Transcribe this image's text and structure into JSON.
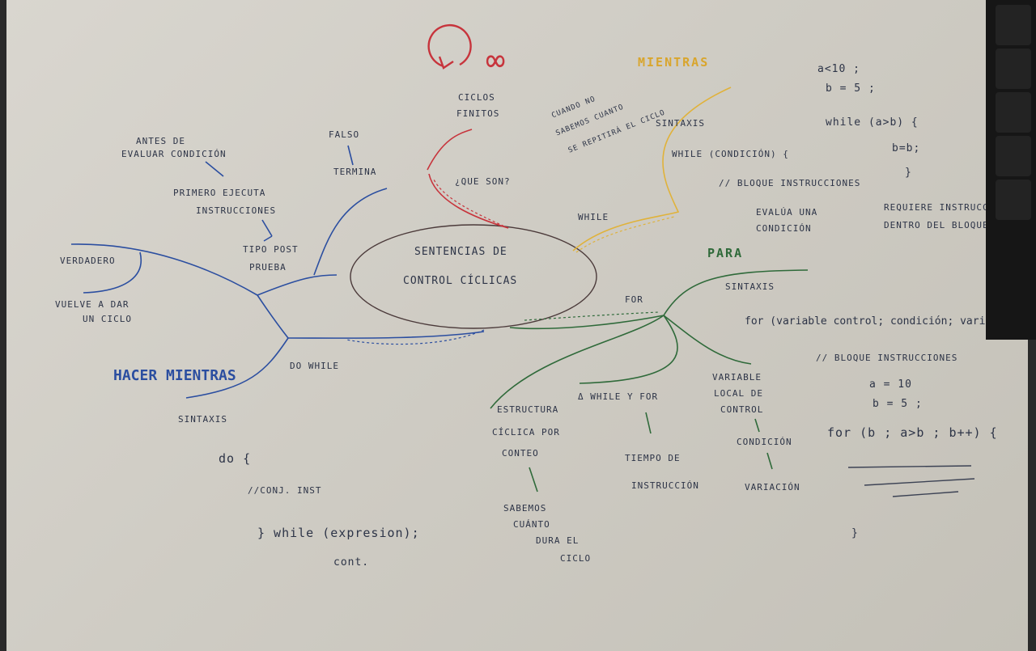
{
  "center": {
    "line1": "SENTENCIAS DE",
    "line2": "CONTROL CÍCLICAS"
  },
  "top": {
    "symbol": "∞",
    "q1": "CICLOS",
    "q2": "FINITOS",
    "q3": "¿QUE SON?"
  },
  "mientras": {
    "title": "MIENTRAS",
    "while": "WHILE",
    "note1": "CUANDO NO",
    "note2": "SABEMOS CUANTO",
    "note3": "SE REPITIRÁ EL CICLO",
    "sintaxis": "SINTAXIS",
    "code1": "WHILE (CONDICIÓN) {",
    "code2": "// BLOQUE INSTRUCCIONES",
    "eval1": "EVALÚA UNA",
    "eval2": "CONDICIÓN",
    "req1": "REQUIERE INSTRUCCI",
    "req2": "DENTRO DEL BLOQUE"
  },
  "example_while": {
    "l1": "a<10 ;",
    "l2": "b = 5 ;",
    "l3": "while (a>b) {",
    "l4": "b=b;",
    "l5": "}"
  },
  "hacer": {
    "title": "HACER MIENTRAS",
    "falso": "FALSO",
    "termina": "TERMINA",
    "antes1": "ANTES DE",
    "antes2": "EVALUAR CONDICIÓN",
    "primero1": "PRIMERO EJECUTA",
    "primero2": "INSTRUCCIONES",
    "tipo1": "TIPO POST",
    "tipo2": "PRUEBA",
    "verdadero": "VERDADERO",
    "vuelve1": "VUELVE A DAR",
    "vuelve2": "UN CICLO",
    "dowhile": "DO WHILE",
    "sintaxis": "SINTAXIS",
    "code1": "do {",
    "code2": "//CONJ. INST",
    "code3": "} while (expresion);",
    "code4": "cont."
  },
  "para": {
    "title": "PARA",
    "for": "FOR",
    "sintaxis": "SINTAXIS",
    "code1": "for (variable control; condición; variación) {",
    "code2": "// BLOQUE INSTRUCCIONES",
    "ex1": "a = 10",
    "ex2": "b = 5 ;",
    "ex3": "for (b ; a>b ; b++) {",
    "ex4": "}",
    "estr1": "ESTRUCTURA",
    "estr2": "CÍCLICA POR",
    "estr3": "CONTEO",
    "sab1": "SABEMOS",
    "sab2": "CUÁNTO",
    "sab3": "DURA EL",
    "sab4": "CICLO",
    "delta": "Δ WHILE Y FOR",
    "tiempo1": "TIEMPO DE",
    "tiempo2": "INSTRUCCIÓN",
    "var1": "VARIABLE",
    "var2": "LOCAL DE",
    "var3": "CONTROL",
    "cond": "CONDICIÓN",
    "variacion": "VARIACIÓN"
  },
  "colors": {
    "blue": "#2b4ea0",
    "green": "#2f6a3a",
    "yellow": "#d9a52c",
    "red": "#c7343c",
    "dark": "#2d3447"
  }
}
